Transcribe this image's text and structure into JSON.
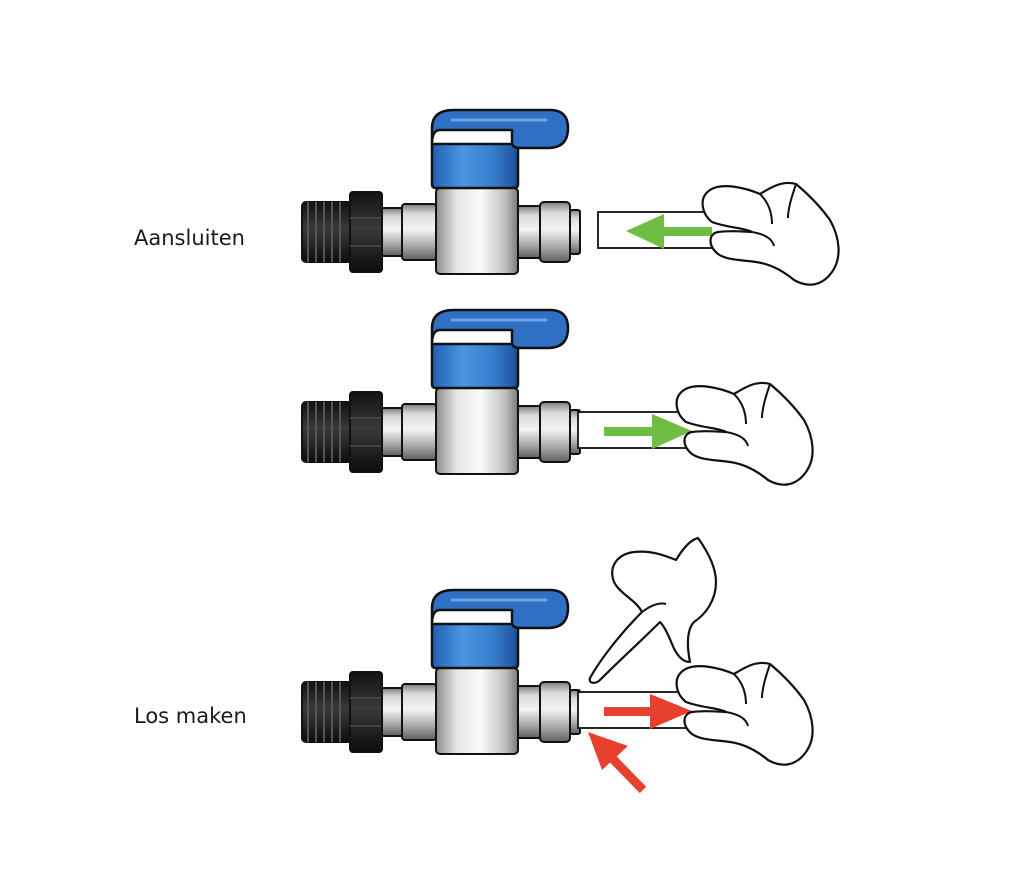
{
  "labels": {
    "connect": "Aansluiten",
    "release": "Los maken"
  },
  "colors": {
    "handle_blue": "#2f6fc4",
    "handle_blue_dark": "#1f4f9a",
    "collar_blue": "#3b86d6",
    "push_arrow_green": "#6fbe44",
    "release_arrow_red": "#e8402f",
    "thread_black": "#1b1b1b",
    "metal_light": "#e6e6e6",
    "metal_dark": "#8a8a8a",
    "outline": "#111111"
  },
  "steps": [
    {
      "id": "connect",
      "direction": "in",
      "arrow": "green",
      "extra_finger": false
    },
    {
      "id": "hold",
      "direction": "out",
      "arrow": "green",
      "extra_finger": false
    },
    {
      "id": "release",
      "direction": "out",
      "arrow": "red",
      "extra_finger": true
    }
  ],
  "icons": [
    "ball-valve-icon",
    "hand-icon",
    "pointing-hand-icon",
    "arrow-icon"
  ]
}
